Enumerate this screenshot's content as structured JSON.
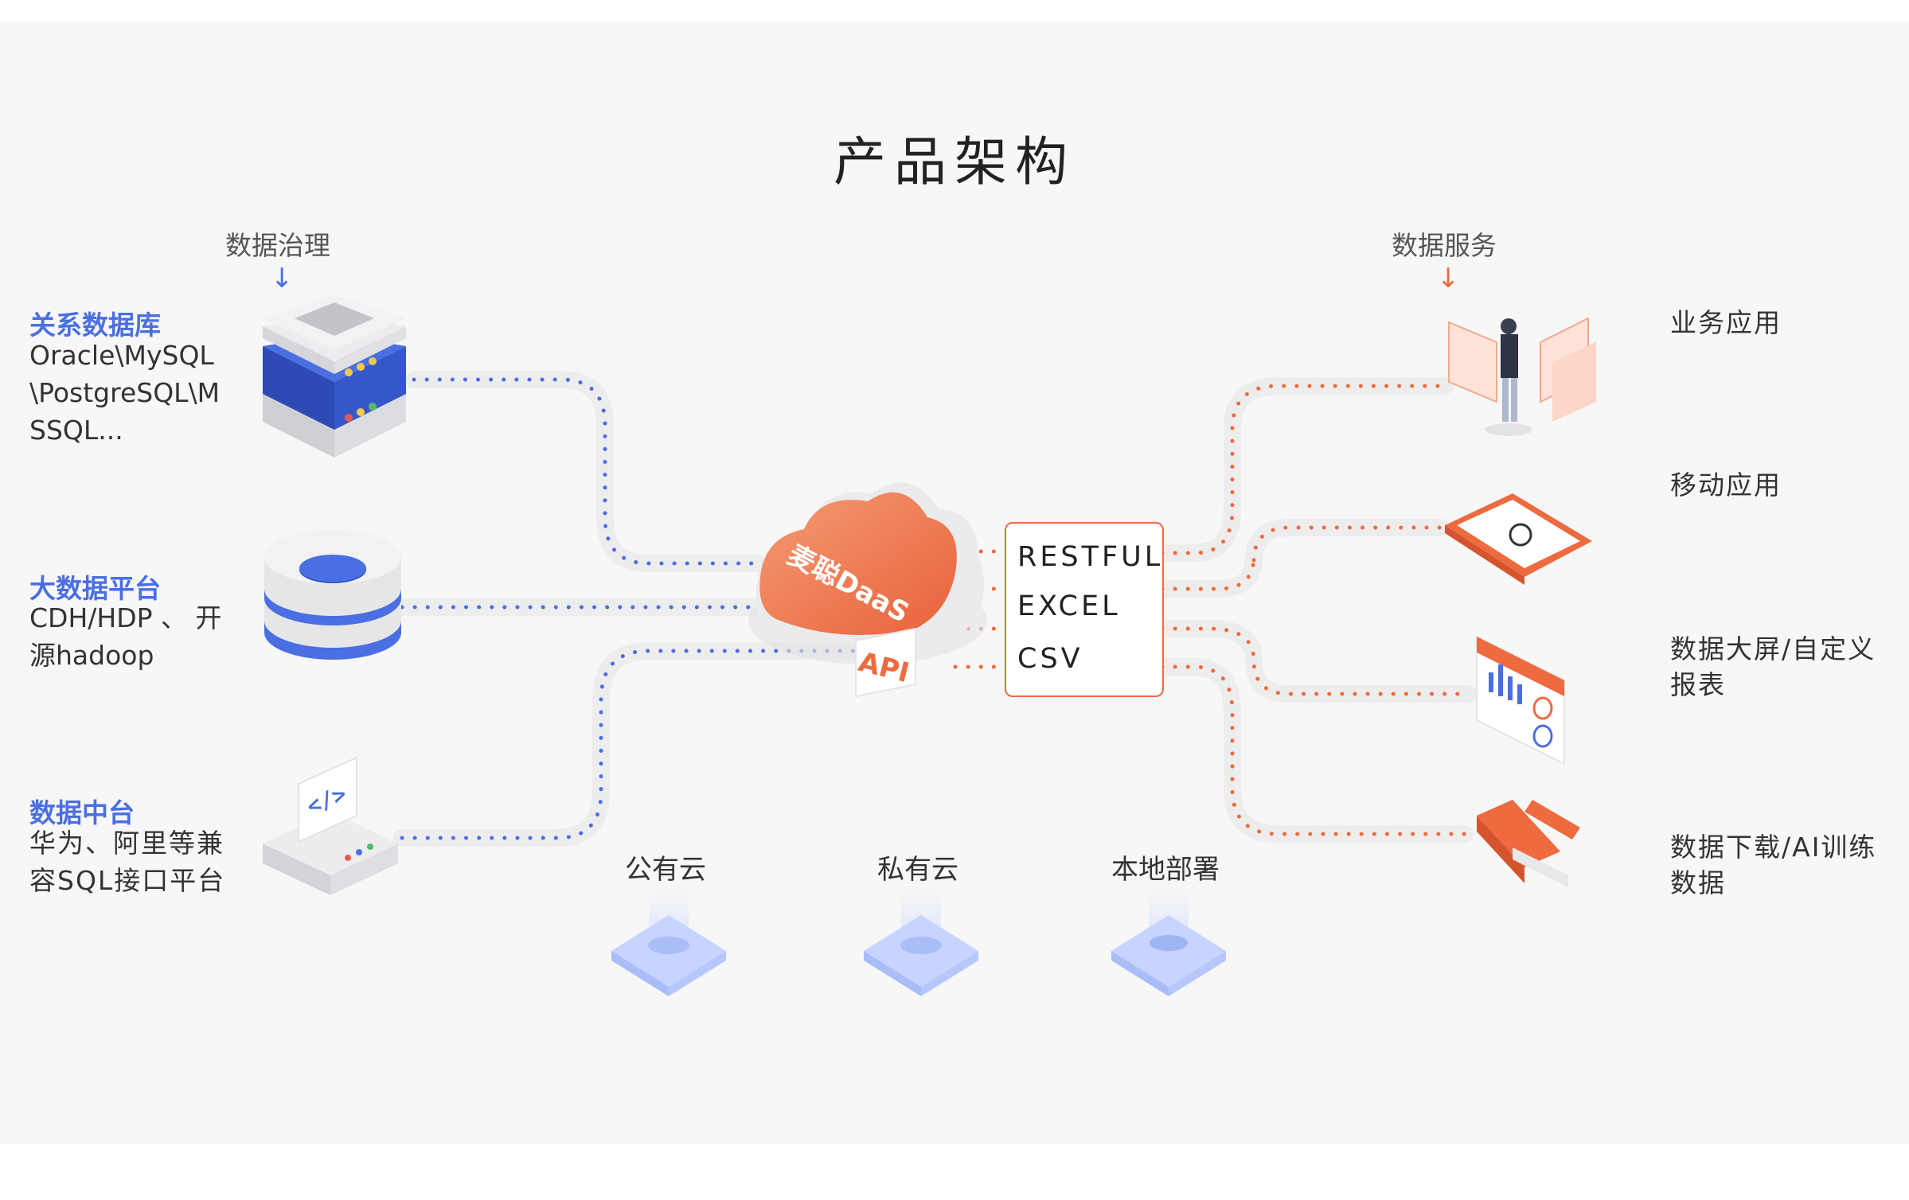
{
  "title": "产品架构",
  "left_section": {
    "label": "数据治理",
    "arrow": "↓"
  },
  "right_section": {
    "label": "数据服务",
    "arrow": "↓"
  },
  "sources": [
    {
      "heading": "关系数据库",
      "detail": "Oracle\\MySQL\\PostgreSQL\\MSSQL..."
    },
    {
      "heading": "大数据平台",
      "detail": "CDH/HDP 、 开源hadoop"
    },
    {
      "heading": "数据中台",
      "detail": "华为、阿里等兼容SQL接口平台"
    }
  ],
  "core": {
    "cloud_label": "麦聪DaaS",
    "api_label": "API"
  },
  "formats": [
    "RESTFUL",
    "EXCEL",
    "CSV"
  ],
  "services": [
    "业务应用",
    "移动应用",
    "数据大屏/自定义报表",
    "数据下载/AI训练数据"
  ],
  "deployments": [
    "公有云",
    "私有云",
    "本地部署"
  ],
  "colors": {
    "blue": "#4a6fe3",
    "orange": "#ee6a3f",
    "background": "#f7f7f7"
  },
  "icons": [
    "server-stack-icon",
    "database-icon",
    "code-server-icon",
    "cloud-icon",
    "presenter-icon",
    "tablet-icon",
    "dashboard-icon",
    "ai-letters-icon",
    "cloud-platform-icon"
  ]
}
